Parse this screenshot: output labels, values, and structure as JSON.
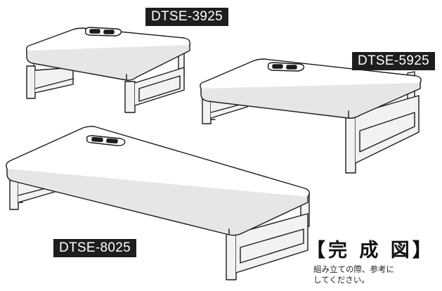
{
  "models": [
    {
      "label": "DTSE-3925"
    },
    {
      "label": "DTSE-5925"
    },
    {
      "label": "DTSE-8025"
    }
  ],
  "caption": {
    "title": "【完 成 図】",
    "note_line1": "組み立ての際、参考に",
    "note_line2": "してください。"
  },
  "colors": {
    "outline": "#1a1a1a",
    "top_face": "#ffffff",
    "front_face": "#e6e6e6",
    "leg_face": "#f2f2f2",
    "label_background": "#1e1e1e",
    "label_text": "#ffffff"
  }
}
